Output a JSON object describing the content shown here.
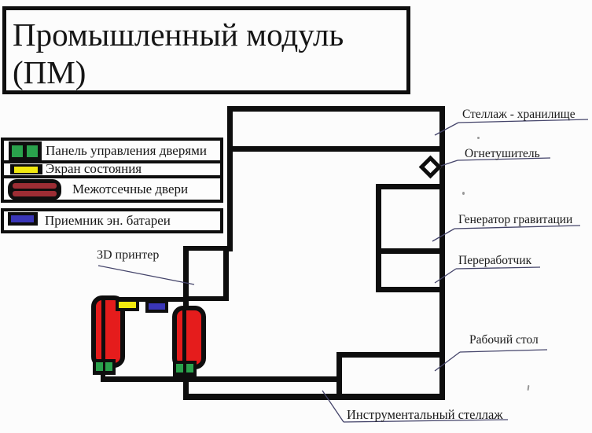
{
  "title": {
    "line1": "Промышленный модуль",
    "line2": "(ПМ)"
  },
  "legend": {
    "items": [
      {
        "icon": "door-control-panel-icon",
        "label": "Панель управления дверями"
      },
      {
        "icon": "status-screen-icon",
        "label": "Экран состояния"
      },
      {
        "icon": "intercompartment-door-icon",
        "label": "Межотсечные двери"
      },
      {
        "icon": "battery-receiver-icon",
        "label": "Приемник эн. батареи"
      }
    ]
  },
  "labels": {
    "shelf_storage": "Стеллаж - хранилище",
    "fire_extinguisher": "Огнетушитель",
    "gravity_generator": "Генератор гравитации",
    "recycler": "Переработчик",
    "work_table": "Рабочий стол",
    "tool_rack": "Инструментальный стеллаж",
    "printer_3d": "3D принтер"
  },
  "colors": {
    "wall_black": "#0e0e0e",
    "door_red": "#e51c1c",
    "legend_door_red": "#9c2d34",
    "panel_green": "#2aa24c",
    "screen_yellow": "#f2e90f",
    "battery_blue": "#3a36b8",
    "leader_line": "#44446a"
  }
}
